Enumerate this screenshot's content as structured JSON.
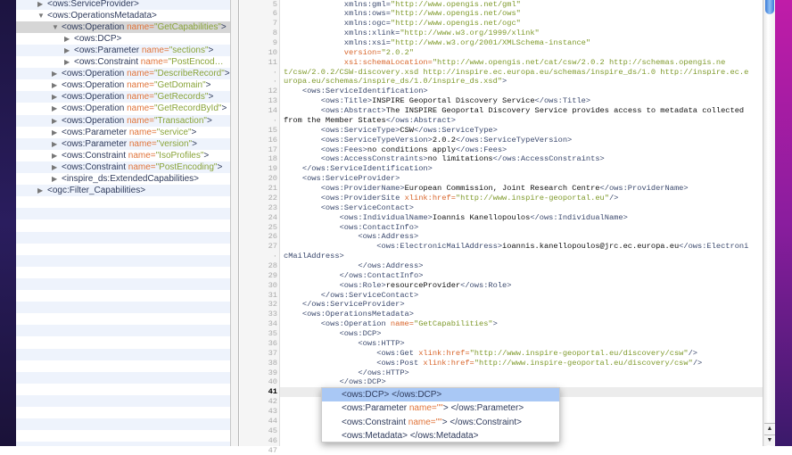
{
  "colors": {
    "tag": "#3c4a6e",
    "attribute": "#d8662c",
    "value": "#7f9a2c",
    "selection": "#a9c8f5"
  },
  "tree": [
    {
      "level": 0,
      "arrow": "right",
      "tag": "<ows:ServiceProvider>",
      "attr": "",
      "val": "",
      "end": ""
    },
    {
      "level": 0,
      "arrow": "down",
      "tag": "<ows:OperationsMetadata>",
      "attr": "",
      "val": "",
      "end": ""
    },
    {
      "level": 1,
      "arrow": "down",
      "tag": "<ows:Operation ",
      "attr": "name=",
      "val": "\"GetCapabilities\"",
      "end": ">",
      "selected": true
    },
    {
      "level": 2,
      "arrow": "right",
      "tag": "<ows:DCP>",
      "attr": "",
      "val": "",
      "end": ""
    },
    {
      "level": 2,
      "arrow": "right",
      "tag": "<ows:Parameter ",
      "attr": "name=",
      "val": "\"sections\"",
      "end": ">"
    },
    {
      "level": 2,
      "arrow": "right",
      "tag": "<ows:Constraint ",
      "attr": "name=",
      "val": "\"PostEncod…",
      "end": ""
    },
    {
      "level": 1,
      "arrow": "right",
      "tag": "<ows:Operation ",
      "attr": "name=",
      "val": "\"DescribeRecord\"",
      "end": ">"
    },
    {
      "level": 1,
      "arrow": "right",
      "tag": "<ows:Operation ",
      "attr": "name=",
      "val": "\"GetDomain\"",
      "end": ">"
    },
    {
      "level": 1,
      "arrow": "right",
      "tag": "<ows:Operation ",
      "attr": "name=",
      "val": "\"GetRecords\"",
      "end": ">"
    },
    {
      "level": 1,
      "arrow": "right",
      "tag": "<ows:Operation ",
      "attr": "name=",
      "val": "\"GetRecordById\"",
      "end": ">"
    },
    {
      "level": 1,
      "arrow": "right",
      "tag": "<ows:Operation ",
      "attr": "name=",
      "val": "\"Transaction\"",
      "end": ">"
    },
    {
      "level": 1,
      "arrow": "right",
      "tag": "<ows:Parameter ",
      "attr": "name=",
      "val": "\"service\"",
      "end": ">"
    },
    {
      "level": 1,
      "arrow": "right",
      "tag": "<ows:Parameter ",
      "attr": "name=",
      "val": "\"version\"",
      "end": ">"
    },
    {
      "level": 1,
      "arrow": "right",
      "tag": "<ows:Constraint ",
      "attr": "name=",
      "val": "\"IsoProfiles\"",
      "end": ">"
    },
    {
      "level": 1,
      "arrow": "right",
      "tag": "<ows:Constraint ",
      "attr": "name=",
      "val": "\"PostEncoding\"",
      "end": ">"
    },
    {
      "level": 1,
      "arrow": "right",
      "tag": "<inspire_ds:ExtendedCapabilities>",
      "attr": "",
      "val": "",
      "end": ""
    },
    {
      "level": 0,
      "arrow": "right",
      "tag": "<ogc:Filter_Capabilities>",
      "attr": "",
      "val": "",
      "end": ""
    }
  ],
  "editor": {
    "current_line": "41",
    "rows": [
      {
        "n": "5",
        "s": [
          [
            "x",
            "             "
          ],
          [
            "t",
            "xmlns:gml="
          ],
          [
            "v",
            "\"http://www.opengis.net/gml\""
          ]
        ]
      },
      {
        "n": "6",
        "s": [
          [
            "x",
            "             "
          ],
          [
            "t",
            "xmlns:ows="
          ],
          [
            "v",
            "\"http://www.opengis.net/ows\""
          ]
        ]
      },
      {
        "n": "7",
        "s": [
          [
            "x",
            "             "
          ],
          [
            "t",
            "xmlns:ogc="
          ],
          [
            "v",
            "\"http://www.opengis.net/ogc\""
          ]
        ]
      },
      {
        "n": "8",
        "s": [
          [
            "x",
            "             "
          ],
          [
            "t",
            "xmlns:xlink="
          ],
          [
            "v",
            "\"http://www.w3.org/1999/xlink\""
          ]
        ]
      },
      {
        "n": "9",
        "s": [
          [
            "x",
            "             "
          ],
          [
            "t",
            "xmlns:xsi="
          ],
          [
            "v",
            "\"http://www.w3.org/2001/XMLSchema-instance\""
          ]
        ]
      },
      {
        "n": "10",
        "s": [
          [
            "x",
            "             "
          ],
          [
            "a",
            "version="
          ],
          [
            "v",
            "\"2.0.2\""
          ]
        ]
      },
      {
        "n": "11",
        "s": [
          [
            "x",
            "             "
          ],
          [
            "a",
            "xsi:schemaLocation="
          ],
          [
            "v",
            "\"http://www.opengis.net/cat/csw/2.0.2 http://schemas.opengis.ne"
          ]
        ]
      },
      {
        "n": "·",
        "s": [
          [
            "v",
            "t/csw/2.0.2/CSW-discovery.xsd http://inspire.ec.europa.eu/schemas/inspire_ds/1.0 http://inspire.ec.e"
          ]
        ]
      },
      {
        "n": "·",
        "s": [
          [
            "v",
            "uropa.eu/schemas/inspire_ds/1.0/inspire_ds.xsd\""
          ],
          [
            "t",
            ">"
          ]
        ]
      },
      {
        "n": "12",
        "s": [
          [
            "x",
            "    "
          ],
          [
            "t",
            "<ows:ServiceIdentification>"
          ]
        ]
      },
      {
        "n": "13",
        "s": [
          [
            "x",
            "        "
          ],
          [
            "t",
            "<ows:Title>"
          ],
          [
            "x",
            "INSPIRE Geoportal Discovery Service"
          ],
          [
            "t",
            "</ows:Title>"
          ]
        ]
      },
      {
        "n": "14",
        "s": [
          [
            "x",
            "        "
          ],
          [
            "t",
            "<ows:Abstract>"
          ],
          [
            "x",
            "The INSPIRE Geoportal Discovery Service provides access to metadata collected"
          ]
        ]
      },
      {
        "n": "·",
        "s": [
          [
            "x",
            "from the Member States"
          ],
          [
            "t",
            "</ows:Abstract>"
          ]
        ]
      },
      {
        "n": "15",
        "s": [
          [
            "x",
            "        "
          ],
          [
            "t",
            "<ows:ServiceType>"
          ],
          [
            "x",
            "CSW"
          ],
          [
            "t",
            "</ows:ServiceType>"
          ]
        ]
      },
      {
        "n": "16",
        "s": [
          [
            "x",
            "        "
          ],
          [
            "t",
            "<ows:ServiceTypeVersion>"
          ],
          [
            "x",
            "2.0.2"
          ],
          [
            "t",
            "</ows:ServiceTypeVersion>"
          ]
        ]
      },
      {
        "n": "17",
        "s": [
          [
            "x",
            "        "
          ],
          [
            "t",
            "<ows:Fees>"
          ],
          [
            "x",
            "no conditions apply"
          ],
          [
            "t",
            "</ows:Fees>"
          ]
        ]
      },
      {
        "n": "18",
        "s": [
          [
            "x",
            "        "
          ],
          [
            "t",
            "<ows:AccessConstraints>"
          ],
          [
            "x",
            "no limitations"
          ],
          [
            "t",
            "</ows:AccessConstraints>"
          ]
        ]
      },
      {
        "n": "19",
        "s": [
          [
            "x",
            "    "
          ],
          [
            "t",
            "</ows:ServiceIdentification>"
          ]
        ]
      },
      {
        "n": "20",
        "s": [
          [
            "x",
            "    "
          ],
          [
            "t",
            "<ows:ServiceProvider>"
          ]
        ]
      },
      {
        "n": "21",
        "s": [
          [
            "x",
            "        "
          ],
          [
            "t",
            "<ows:ProviderName>"
          ],
          [
            "x",
            "European Commission, Joint Research Centre"
          ],
          [
            "t",
            "</ows:ProviderName>"
          ]
        ]
      },
      {
        "n": "22",
        "s": [
          [
            "x",
            "        "
          ],
          [
            "t",
            "<ows:ProviderSite "
          ],
          [
            "a",
            "xlink:href="
          ],
          [
            "v",
            "\"http://www.inspire-geoportal.eu\""
          ],
          [
            "t",
            "/>"
          ]
        ]
      },
      {
        "n": "23",
        "s": [
          [
            "x",
            "        "
          ],
          [
            "t",
            "<ows:ServiceContact>"
          ]
        ]
      },
      {
        "n": "24",
        "s": [
          [
            "x",
            "            "
          ],
          [
            "t",
            "<ows:IndividualName>"
          ],
          [
            "x",
            "Ioannis Kanellopoulos"
          ],
          [
            "t",
            "</ows:IndividualName>"
          ]
        ]
      },
      {
        "n": "25",
        "s": [
          [
            "x",
            "            "
          ],
          [
            "t",
            "<ows:ContactInfo>"
          ]
        ]
      },
      {
        "n": "26",
        "s": [
          [
            "x",
            "                "
          ],
          [
            "t",
            "<ows:Address>"
          ]
        ]
      },
      {
        "n": "27",
        "s": [
          [
            "x",
            "                    "
          ],
          [
            "t",
            "<ows:ElectronicMailAddress>"
          ],
          [
            "x",
            "ioannis.kanellopoulos@jrc.ec.europa.eu"
          ],
          [
            "t",
            "</ows:Electroni"
          ]
        ]
      },
      {
        "n": "·",
        "s": [
          [
            "t",
            "cMailAddress>"
          ]
        ]
      },
      {
        "n": "28",
        "s": [
          [
            "x",
            "                "
          ],
          [
            "t",
            "</ows:Address>"
          ]
        ]
      },
      {
        "n": "29",
        "s": [
          [
            "x",
            "            "
          ],
          [
            "t",
            "</ows:ContactInfo>"
          ]
        ]
      },
      {
        "n": "30",
        "s": [
          [
            "x",
            "            "
          ],
          [
            "t",
            "<ows:Role>"
          ],
          [
            "x",
            "resourceProvider"
          ],
          [
            "t",
            "</ows:Role>"
          ]
        ]
      },
      {
        "n": "31",
        "s": [
          [
            "x",
            "        "
          ],
          [
            "t",
            "</ows:ServiceContact>"
          ]
        ]
      },
      {
        "n": "32",
        "s": [
          [
            "x",
            "    "
          ],
          [
            "t",
            "</ows:ServiceProvider>"
          ]
        ]
      },
      {
        "n": "33",
        "s": [
          [
            "x",
            "    "
          ],
          [
            "t",
            "<ows:OperationsMetadata>"
          ]
        ]
      },
      {
        "n": "34",
        "s": [
          [
            "x",
            "        "
          ],
          [
            "t",
            "<ows:Operation "
          ],
          [
            "a",
            "name="
          ],
          [
            "v",
            "\"GetCapabilities\""
          ],
          [
            "t",
            ">"
          ]
        ]
      },
      {
        "n": "35",
        "s": [
          [
            "x",
            "            "
          ],
          [
            "t",
            "<ows:DCP>"
          ]
        ]
      },
      {
        "n": "36",
        "s": [
          [
            "x",
            "                "
          ],
          [
            "t",
            "<ows:HTTP>"
          ]
        ]
      },
      {
        "n": "37",
        "s": [
          [
            "x",
            "                    "
          ],
          [
            "t",
            "<ows:Get "
          ],
          [
            "a",
            "xlink:href="
          ],
          [
            "v",
            "\"http://www.inspire-geoportal.eu/discovery/csw\""
          ],
          [
            "t",
            "/>"
          ]
        ]
      },
      {
        "n": "38",
        "s": [
          [
            "x",
            "                    "
          ],
          [
            "t",
            "<ows:Post "
          ],
          [
            "a",
            "xlink:href="
          ],
          [
            "v",
            "\"http://www.inspire-geoportal.eu/discovery/csw\""
          ],
          [
            "t",
            "/>"
          ]
        ]
      },
      {
        "n": "39",
        "s": [
          [
            "x",
            "                "
          ],
          [
            "t",
            "</ows:HTTP>"
          ]
        ]
      },
      {
        "n": "40",
        "s": [
          [
            "x",
            "            "
          ],
          [
            "t",
            "</ows:DCP>"
          ]
        ]
      },
      {
        "n": "41",
        "s": []
      },
      {
        "n": "42",
        "s": []
      },
      {
        "n": "43",
        "s": []
      },
      {
        "n": "44",
        "s": []
      },
      {
        "n": "45",
        "s": []
      },
      {
        "n": "46",
        "s": []
      },
      {
        "n": "47",
        "s": []
      }
    ]
  },
  "autocomplete": [
    {
      "tag": "<ows:DCP>",
      "attr": "",
      "val": "",
      "end": " </ows:DCP>",
      "selected": true
    },
    {
      "tag": "<ows:Parameter ",
      "attr": "name=",
      "val": "\"\"",
      "end": "> </ows:Parameter>"
    },
    {
      "tag": "<ows:Constraint ",
      "attr": "name=",
      "val": "\"\"",
      "end": "> </ows:Constraint>"
    },
    {
      "tag": "<ows:Metadata>",
      "attr": "",
      "val": "",
      "end": " </ows:Metadata>"
    }
  ],
  "scrollbar": {
    "up_arrow": "▲",
    "down_arrow": "▼",
    "position_fraction": 0.0
  }
}
